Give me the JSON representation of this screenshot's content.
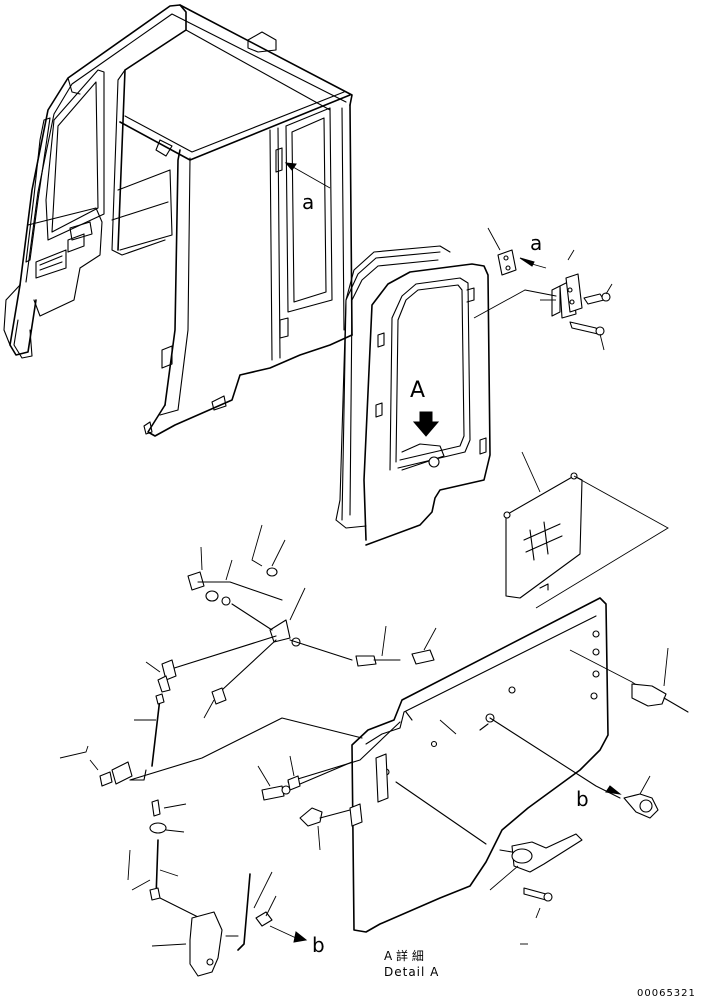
{
  "labels": {
    "ref_a_top": "a",
    "ref_a_mid": "a",
    "ref_b_right": "b",
    "ref_b_bottom": "b",
    "detail_marker": "A",
    "detail_title_jp": "A 詳 細",
    "detail_title_en": "Detail A",
    "drawing_number": "00065321"
  },
  "colors": {
    "ink": "#000000",
    "paper": "#ffffff"
  }
}
